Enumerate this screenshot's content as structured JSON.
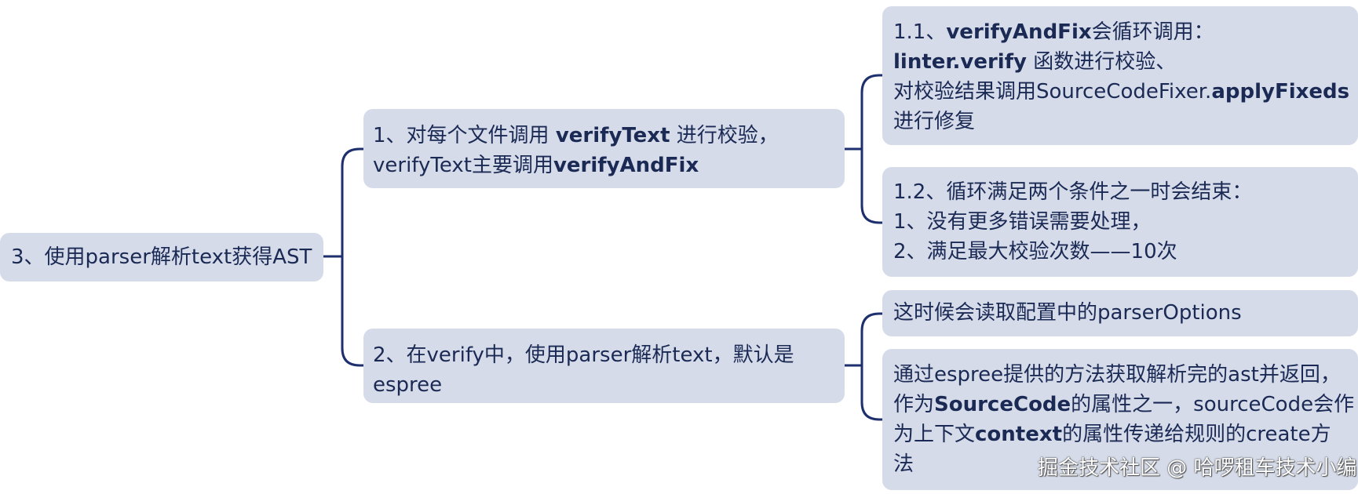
{
  "colors": {
    "node_fill": "#d5dbe9",
    "text": "#1b2a55",
    "connector": "#1e2f6e"
  },
  "root": {
    "text": "3、使用parser解析text获得AST"
  },
  "branch1": {
    "line1_prefix": "1、对每个文件调用 ",
    "line1_bold": "verifyText",
    "line1_suffix": " 进行校验，",
    "line2_prefix": "verifyText主要调用",
    "line2_bold": "verifyAndFix"
  },
  "branch2": {
    "line1": "2、在verify中，使用parser解析text，默认是",
    "line2": "espree"
  },
  "leaf_1_1": {
    "line1_prefix": "1.1、",
    "line1_bold": "verifyAndFix",
    "line1_suffix": "会循环调用：",
    "line2_bold": "linter.verify",
    "line2_suffix": " 函数进行校验、",
    "line3_prefix": "对校验结果调用SourceCodeFixer.",
    "line3_bold": "applyFixeds",
    "line4": "进行修复"
  },
  "leaf_1_2": {
    "line1": "1.2、循环满足两个条件之一时会结束：",
    "line2": "1、没有更多错误需要处理，",
    "line3": "2、满足最大校验次数——10次"
  },
  "leaf_2_1": {
    "line1": "这时候会读取配置中的parserOptions"
  },
  "leaf_2_2": {
    "line1": "通过espree提供的方法获取解析完的ast并返回，",
    "line2_prefix": "作为",
    "line2_bold": "SourceCode",
    "line2_suffix": "的属性之一，sourceCode会作",
    "line3_prefix": "为上下文",
    "line3_bold": "context",
    "line3_suffix": "的属性传递给规则的create方",
    "line4": "法"
  },
  "watermark": {
    "text": "掘金技术社区 @ 哈啰租车技术小编"
  }
}
